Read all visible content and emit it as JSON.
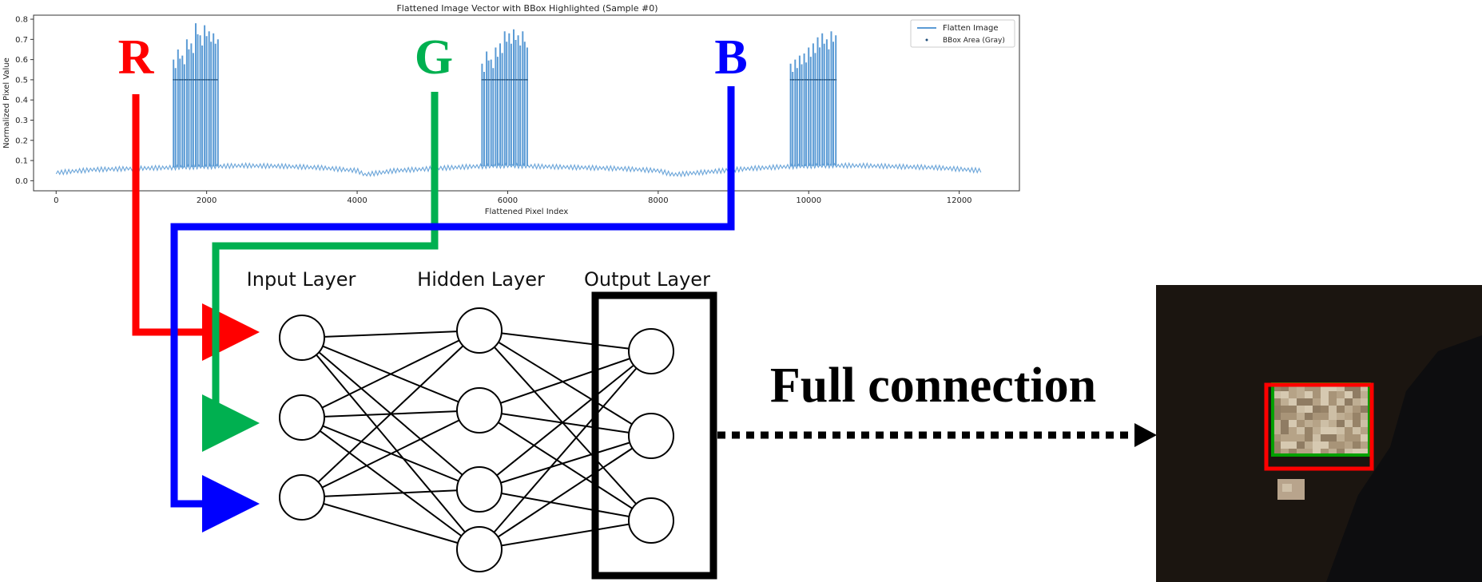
{
  "colors": {
    "red": "#ff0000",
    "green": "#00b050",
    "blue": "#0000ff",
    "signal": "#5b9bd5",
    "black": "#000000",
    "bbox_green": "#00a000",
    "bbox_red": "#ff0000"
  },
  "channels": {
    "r": "R",
    "g": "G",
    "b": "B"
  },
  "layers": {
    "input": "Input Layer",
    "hidden": "Hidden Layer",
    "output": "Output Layer"
  },
  "connection_label": "Full connection",
  "chart_data": {
    "type": "line",
    "title": "Flattened Image Vector with BBox Highlighted (Sample #0)",
    "xlabel": "Flattened Pixel Index",
    "ylabel": "Normalized Pixel Value",
    "xlim": [
      -300,
      12800
    ],
    "ylim": [
      -0.05,
      0.82
    ],
    "xticks": [
      0,
      2000,
      4000,
      6000,
      8000,
      10000,
      12000
    ],
    "xtick_labels": [
      "0",
      "2000",
      "4000",
      "6000",
      "8000",
      "10000",
      "12000"
    ],
    "yticks": [
      0.0,
      0.1,
      0.2,
      0.3,
      0.4,
      0.5,
      0.6,
      0.7,
      0.8
    ],
    "ytick_labels": [
      "0.0",
      "0.1",
      "0.2",
      "0.3",
      "0.4",
      "0.5",
      "0.6",
      "0.7",
      "0.8"
    ],
    "grid": false,
    "legend_position": "top-right",
    "legend": [
      "Flatten Image",
      "BBox Area (Gray)"
    ],
    "series": [
      {
        "name": "Flatten Image",
        "kind": "line",
        "baseline_points": [
          [
            0,
            0.04
          ],
          [
            500,
            0.055
          ],
          [
            1000,
            0.06
          ],
          [
            1500,
            0.065
          ],
          [
            2000,
            0.07
          ],
          [
            2500,
            0.075
          ],
          [
            3000,
            0.072
          ],
          [
            3500,
            0.065
          ],
          [
            4000,
            0.05
          ],
          [
            4100,
            0.03
          ],
          [
            4500,
            0.05
          ],
          [
            5000,
            0.06
          ],
          [
            5500,
            0.07
          ],
          [
            6000,
            0.075
          ],
          [
            6500,
            0.07
          ],
          [
            7000,
            0.065
          ],
          [
            7500,
            0.06
          ],
          [
            8000,
            0.05
          ],
          [
            8200,
            0.03
          ],
          [
            8700,
            0.045
          ],
          [
            9200,
            0.06
          ],
          [
            9700,
            0.07
          ],
          [
            10200,
            0.075
          ],
          [
            10700,
            0.075
          ],
          [
            11200,
            0.07
          ],
          [
            11700,
            0.065
          ],
          [
            12288,
            0.05
          ]
        ],
        "spike_groups": [
          {
            "start": 1560,
            "end": 2150,
            "peaks": [
              0.6,
              0.65,
              0.62,
              0.7,
              0.68,
              0.78,
              0.72,
              0.77,
              0.74,
              0.73,
              0.7
            ]
          },
          {
            "start": 5660,
            "end": 6260,
            "peaks": [
              0.58,
              0.64,
              0.6,
              0.66,
              0.68,
              0.74,
              0.73,
              0.75,
              0.72,
              0.74,
              0.66
            ]
          },
          {
            "start": 9760,
            "end": 10360,
            "peaks": [
              0.58,
              0.6,
              0.62,
              0.63,
              0.66,
              0.68,
              0.71,
              0.73,
              0.7,
              0.74,
              0.72
            ]
          }
        ]
      },
      {
        "name": "BBox Area (Gray)",
        "kind": "scatter",
        "y": 0.5,
        "ranges": [
          [
            1560,
            2150
          ],
          [
            5660,
            6260
          ],
          [
            9760,
            10360
          ]
        ]
      }
    ]
  }
}
